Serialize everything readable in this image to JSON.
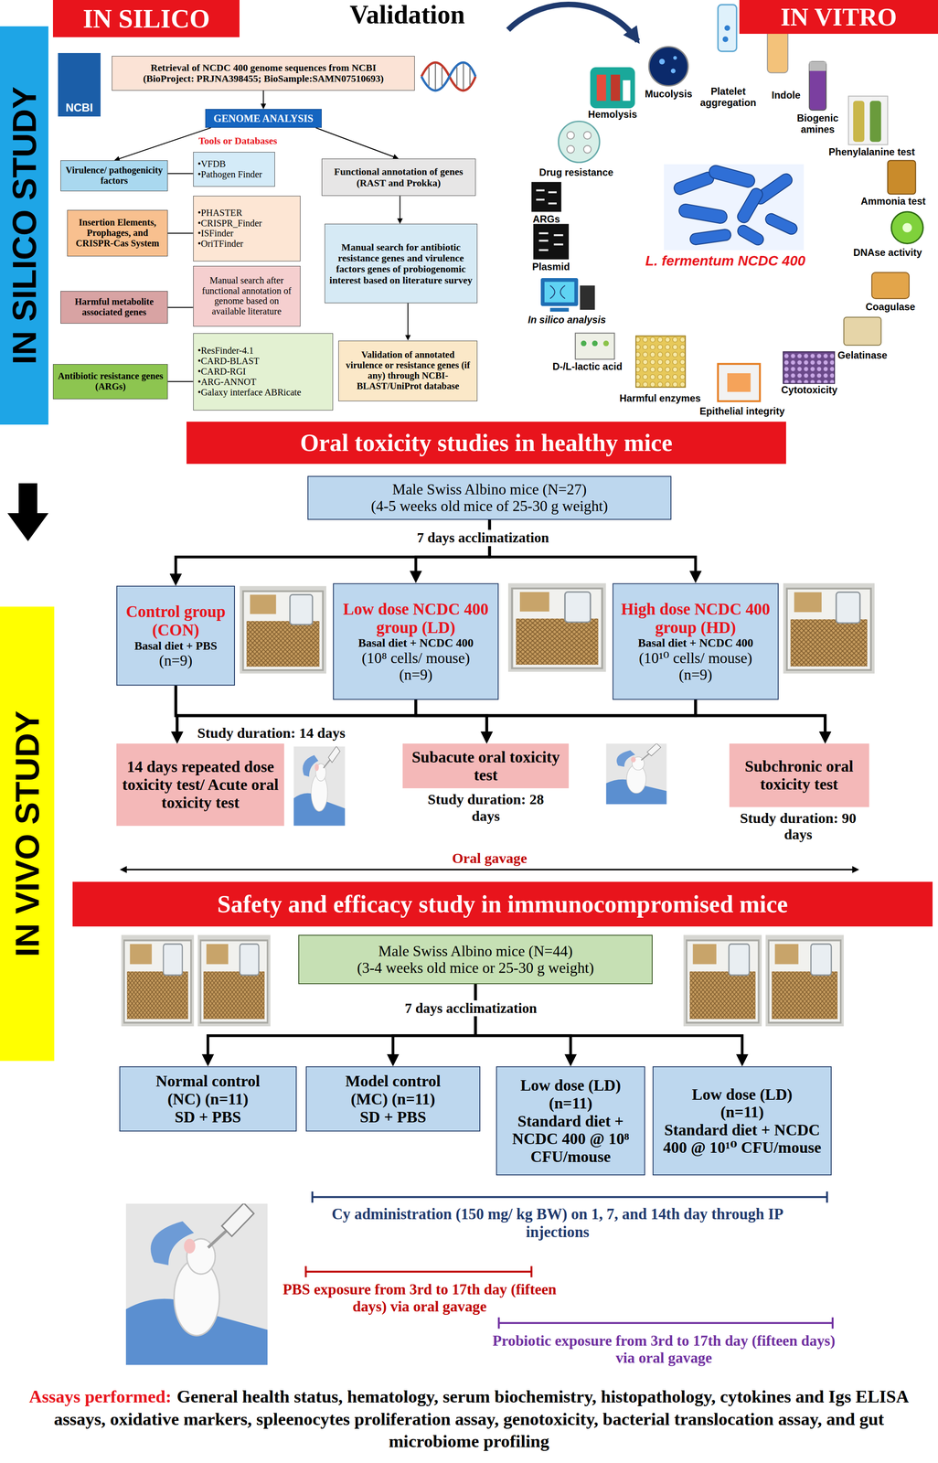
{
  "diagram": {
    "nodes": [
      {
        "text": [
          "IN SILICO"
        ]
      },
      {
        "text": [
          "IN VITRO"
        ]
      },
      {
        "text": [
          "IN SILICO STUDY"
        ]
      },
      {
        "text": [
          "IN VIVO STUDY"
        ]
      },
      {
        "text": [
          "Retrieval of NCDC 400 genome sequences from NCBI",
          "(BioProject: PRJNA398455; BioSample:SAMN07510693)"
        ]
      },
      {
        "text": [
          "NCBI"
        ]
      },
      {
        "text": [
          "GENOME ANALYSIS"
        ]
      },
      {
        "text": [
          "Virulence/ pathogenicity factors"
        ]
      },
      {
        "text": [
          "•VFDB",
          "•Pathogen Finder"
        ]
      },
      {
        "text": [
          "Functional annotation of genes (RAST and Prokka)"
        ]
      },
      {
        "text": [
          "Insertion Elements, Prophages, and CRISPR-Cas System"
        ]
      },
      {
        "text": [
          "•PHASTER",
          "•CRISPR_Finder",
          "•ISFinder",
          "•OriTFinder"
        ]
      },
      {
        "text": [
          "Manual search for antibiotic resistance genes and virulence factors genes of probiogenomic interest based on literature survey"
        ]
      },
      {
        "text": [
          "Harmful metabolite associated genes"
        ]
      },
      {
        "text": [
          "Manual search after functional annotation of genome based on available literature"
        ]
      },
      {
        "text": [
          "Validation of annotated virulence or resistance genes (if any) through NCBI-BLAST/UniProt database"
        ]
      },
      {
        "text": [
          "Antibiotic resistance genes (ARGs)"
        ]
      },
      {
        "text": [
          "•ResFinder-4.1",
          "•CARD-BLAST",
          "•CARD-RGI",
          "•ARG-ANNOT",
          "•Galaxy interface ABRicate"
        ]
      },
      {
        "text": [
          "Oral toxicity studies in healthy mice"
        ]
      },
      {
        "text": [
          "Male Swiss Albino mice (N=27)",
          "(4-5 weeks old mice of 25-30 g weight)"
        ]
      },
      {
        "text": [
          "Control group (CON)",
          "Basal diet + PBS",
          "(n=9)"
        ]
      },
      {
        "text": [
          "Low dose NCDC 400 group (LD)",
          "Basal diet + NCDC 400",
          "(10⁸ cells/ mouse)",
          "(n=9)"
        ]
      },
      {
        "text": [
          "High dose NCDC 400 group (HD)",
          "Basal diet + NCDC 400",
          "(10¹⁰ cells/ mouse)",
          "(n=9)"
        ]
      },
      {
        "text": [
          "14 days repeated dose toxicity test/ Acute oral toxicity test"
        ]
      },
      {
        "text": [
          "Subacute oral toxicity test"
        ]
      },
      {
        "text": [
          "Subchronic oral toxicity test"
        ]
      },
      {
        "text": [
          "Safety and efficacy study in immunocompromised mice"
        ]
      },
      {
        "text": [
          "Male Swiss Albino mice (N=44)",
          "(3-4 weeks old mice or 25-30 g weight)"
        ]
      },
      {
        "text": [
          "Normal control",
          "(NC) (n=11)",
          "SD + PBS"
        ]
      },
      {
        "text": [
          "Model control",
          "(MC) (n=11)",
          "SD + PBS"
        ]
      },
      {
        "text": [
          "Low dose (LD)",
          "(n=11)",
          "Standard diet + NCDC 400 @ 10⁸ CFU/mouse"
        ]
      },
      {
        "text": [
          "Low dose (LD)",
          "(n=11)",
          "Standard diet + NCDC 400 @ 10¹⁰ CFU/mouse"
        ]
      }
    ],
    "edges": [
      {
        "from": 4,
        "to": 6,
        "arrow": "to"
      },
      {
        "from": 6,
        "to": 7,
        "arrow": "to"
      },
      {
        "from": 6,
        "to": 9,
        "arrow": "to"
      },
      {
        "from": 7,
        "to": 8,
        "arrow": "none"
      },
      {
        "from": 10,
        "to": 11,
        "arrow": "none"
      },
      {
        "from": 13,
        "to": 14,
        "arrow": "none"
      },
      {
        "from": 16,
        "to": 17,
        "arrow": "none"
      },
      {
        "from": 9,
        "to": 12,
        "arrow": "to"
      },
      {
        "from": 12,
        "to": 15,
        "arrow": "to"
      },
      {
        "from": 19,
        "to": 20,
        "arrow": "to"
      },
      {
        "from": 19,
        "to": 21,
        "arrow": "to"
      },
      {
        "from": 19,
        "to": 22,
        "arrow": "to"
      },
      {
        "from": 20,
        "to": 23,
        "arrow": "to"
      },
      {
        "from": 20,
        "to": 24,
        "arrow": "to"
      },
      {
        "from": 20,
        "to": 25,
        "arrow": "to"
      },
      {
        "from": 21,
        "to": 23,
        "arrow": "to"
      },
      {
        "from": 21,
        "to": 24,
        "arrow": "to"
      },
      {
        "from": 21,
        "to": 25,
        "arrow": "to"
      },
      {
        "from": 22,
        "to": 23,
        "arrow": "to"
      },
      {
        "from": 22,
        "to": 24,
        "arrow": "to"
      },
      {
        "from": 22,
        "to": 25,
        "arrow": "to"
      },
      {
        "from": 27,
        "to": 28,
        "arrow": "to"
      },
      {
        "from": 27,
        "to": 29,
        "arrow": "to"
      },
      {
        "from": 27,
        "to": 30,
        "arrow": "to"
      },
      {
        "from": 27,
        "to": 31,
        "arrow": "to"
      }
    ],
    "labels": [
      "Validation",
      "Tools or Databases",
      "Hemolysis",
      "Mucolysis",
      "Platelet aggregation",
      "Indole",
      "Biogenic amines",
      "Phenylalanine test",
      "Drug resistance",
      "L. fermentum NCDC 400",
      "ARGs",
      "Ammonia test",
      "DNAse activity",
      "Plasmid",
      "Coagulase",
      "In silico analysis",
      "D-/L-lactic acid",
      "Gelatinase",
      "Cytotoxicity",
      "Harmful enzymes",
      "Epithelial integrity",
      "7 days acclimatization",
      "Study duration: 14 days",
      "Study duration: 28 days",
      "Study duration: 90 days",
      "Oral gavage",
      "7 days acclimatization",
      "Cy administration (150 mg/ kg BW) on 1, 7, and 14th day through IP injections",
      "PBS exposure from 3rd to 17th day (fifteen days) via oral gavage",
      "Probiotic exposure from 3rd to 17th day (fifteen days) via oral gavage",
      "Assays performed:",
      "General health status, hematology, serum biochemistry, histopathology, cytokines and Igs ELISA assays, oxidative markers, spleenocytes proliferation assay, genotoxicity, bacterial translocation assay, and gut microbiome profiling"
    ]
  }
}
